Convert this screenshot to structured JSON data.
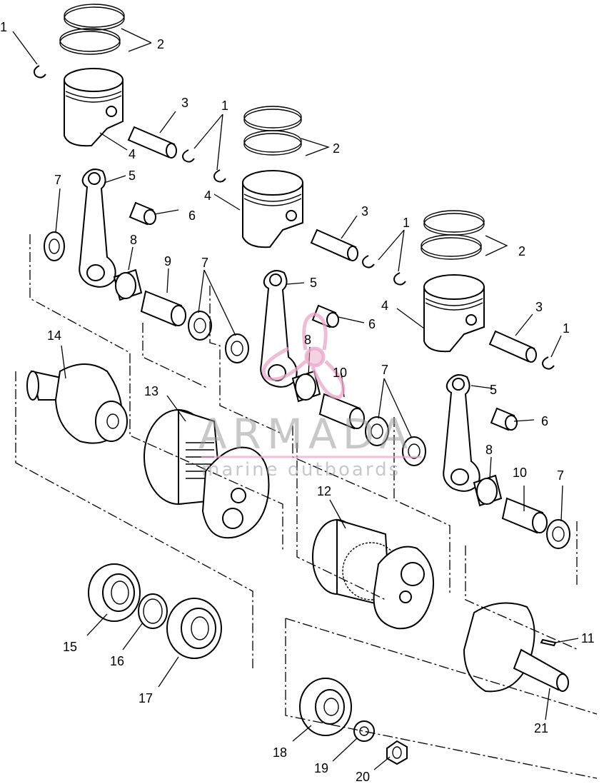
{
  "callouts": {
    "c1a": "1",
    "c2a": "2",
    "c3a": "3",
    "c4a": "4",
    "c1b": "1",
    "c2b": "2",
    "c5a": "5",
    "c7a": "7",
    "c4b": "4",
    "c6a": "6",
    "c3b": "3",
    "c1c": "1",
    "c2c": "2",
    "c8a": "8",
    "c9": "9",
    "c7b": "7",
    "c5b": "5",
    "c4c": "4",
    "c3c": "3",
    "c6b": "6",
    "c1d": "1",
    "c14": "14",
    "c8b": "8",
    "c10a": "10",
    "c7c": "7",
    "c13": "13",
    "c5c": "5",
    "c6c": "6",
    "c8c": "8",
    "c10b": "10",
    "c7d": "7",
    "c12": "12",
    "c15": "15",
    "c16": "16",
    "c17": "17",
    "c11": "11",
    "c21": "21",
    "c18": "18",
    "c19": "19",
    "c20": "20"
  },
  "watermark": {
    "brand": "ARMADA",
    "tagline": "marine outboards"
  },
  "colors": {
    "line": "#000000",
    "watermark_gray": "#9a9a9a",
    "watermark_pink": "#e8a6c8"
  }
}
